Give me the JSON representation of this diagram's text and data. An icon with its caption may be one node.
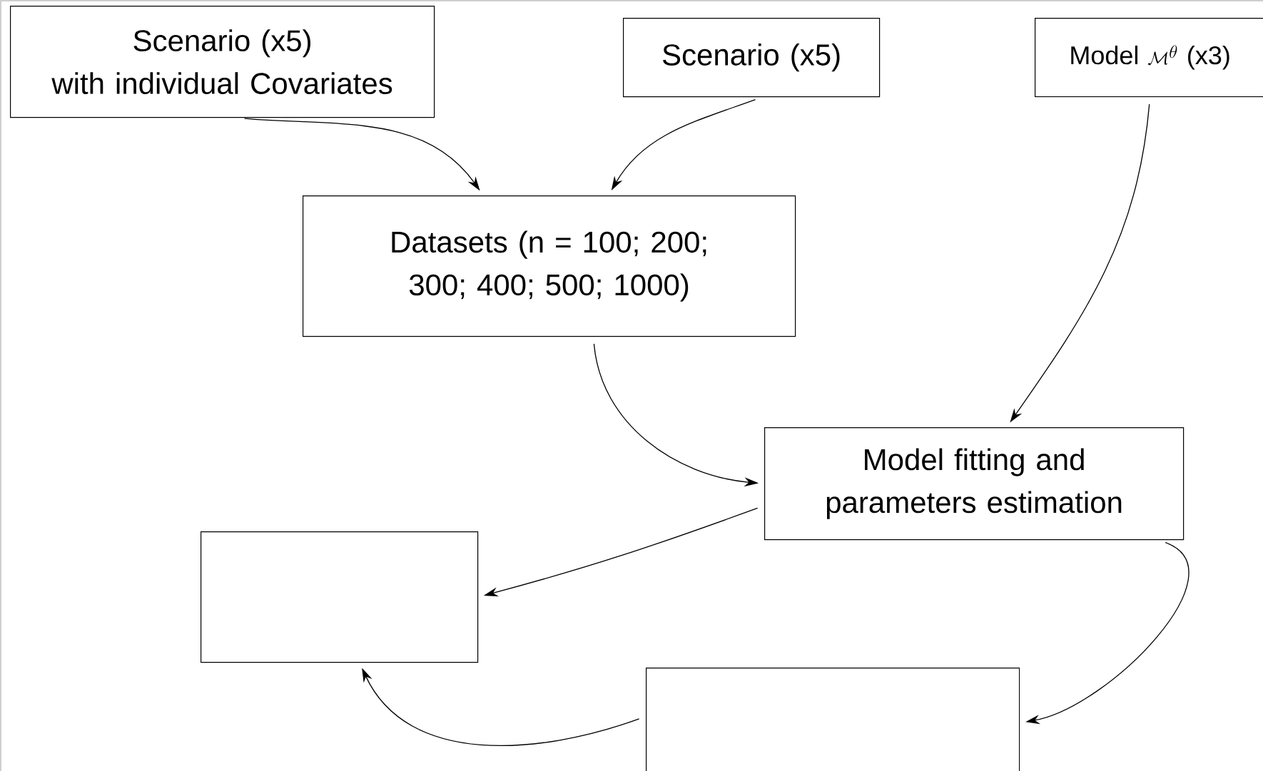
{
  "diagram": {
    "nodes": [
      {
        "text": [
          "Scenario (x5)",
          "with individual Covariates"
        ]
      },
      {
        "text": [
          "Scenario (x5)"
        ]
      },
      {
        "text": [
          "Model",
          "\\mathcal{M}^{\\theta}",
          "(x3)"
        ]
      },
      {
        "text": [
          "Datasets (n = 100; 200; 300; 400; 500; 1000)"
        ]
      },
      {
        "text": [
          "Model fitting and parameters estimation"
        ]
      },
      {
        "text": [],
        "shape": "box"
      },
      {
        "text": [],
        "shape": "box"
      }
    ],
    "edges": [
      {
        "from": 0,
        "to": 3,
        "arrow": "to"
      },
      {
        "from": 1,
        "to": 3,
        "arrow": "to"
      },
      {
        "from": 2,
        "to": 4,
        "arrow": "to"
      },
      {
        "from": 3,
        "to": 4,
        "arrow": "to"
      },
      {
        "from": 4,
        "to": 5,
        "arrow": "to"
      },
      {
        "from": 4,
        "to": 6,
        "arrow": "to"
      },
      {
        "from": 6,
        "to": 5,
        "arrow": "to"
      }
    ]
  }
}
